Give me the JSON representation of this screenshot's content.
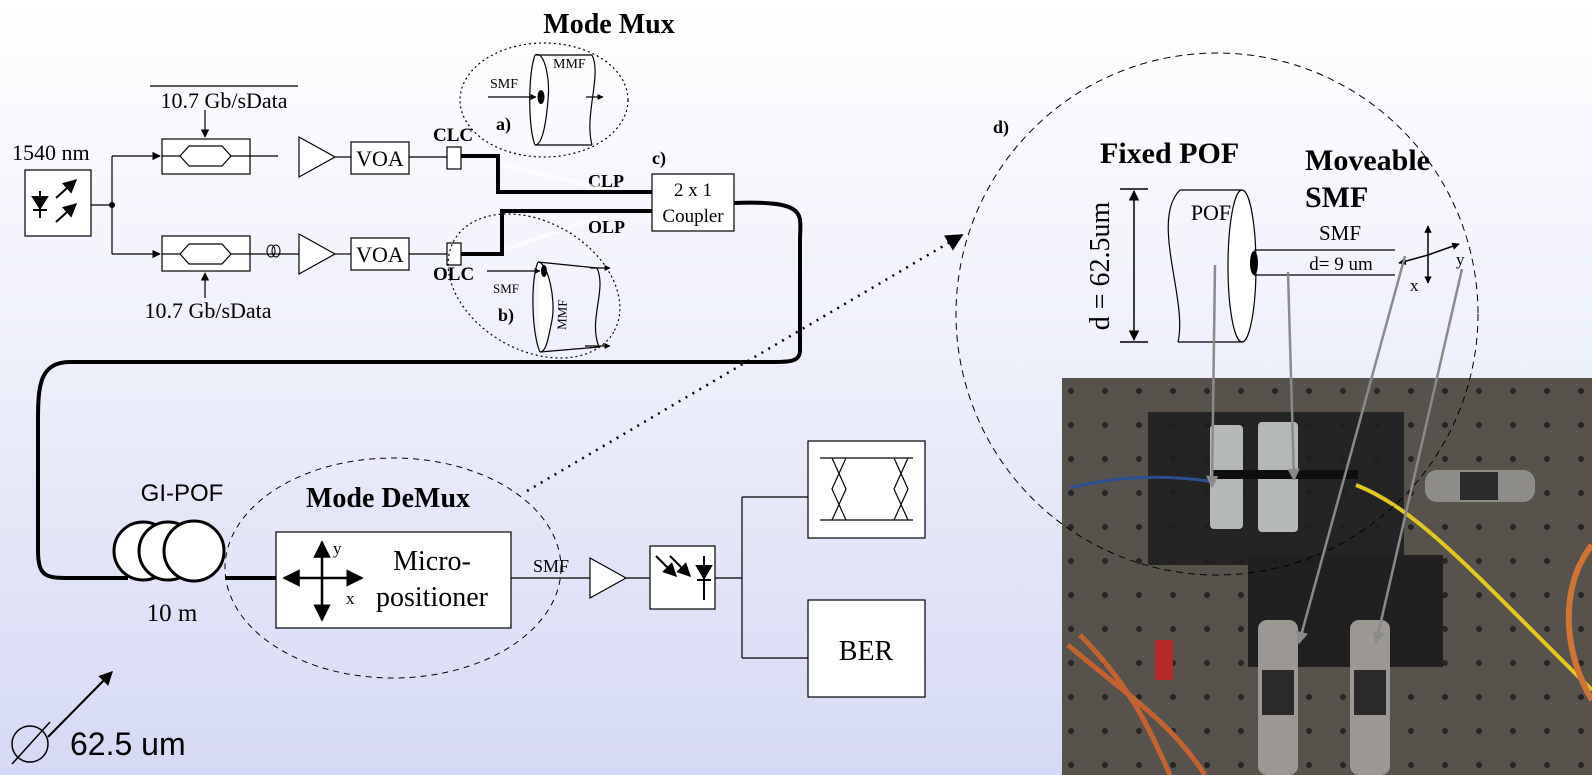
{
  "title_mux": "Mode Mux",
  "title_demux": "Mode DeMux",
  "data_top": "10.7 Gb/sData",
  "data_bottom": "10.7 Gb/sData",
  "laser_wavelength": "1540 nm",
  "voa": "VOA",
  "voa2": "VOA",
  "clc": "CLC",
  "olc": "OLC",
  "clp": "CLP",
  "olp": "OLP",
  "label_a": "a)",
  "label_b": "b)",
  "label_c": "c)",
  "label_d": "d)",
  "coupler_line1": "2 x 1",
  "coupler_line2": "Coupler",
  "smf": "SMF",
  "mmf": "MMF",
  "gi_pof": "GI-POF",
  "length": "10 m",
  "micropositioner_line1": "Micro-",
  "micropositioner_line2": "positioner",
  "axis_x": "x",
  "axis_y": "y",
  "demux_smf": "SMF",
  "ber": "BER",
  "diameter": "62.5 um",
  "fixed_pof": "Fixed POF",
  "moveable_line1": "Moveable",
  "moveable_line2": "SMF",
  "pof": "POF",
  "detail_smf": "SMF",
  "core_d": "d= 9 um",
  "pof_d": "d = 62.5um",
  "colors": {
    "line": "#000000",
    "photo_bg": "#5a5650",
    "leader": "#8a8a8a"
  }
}
